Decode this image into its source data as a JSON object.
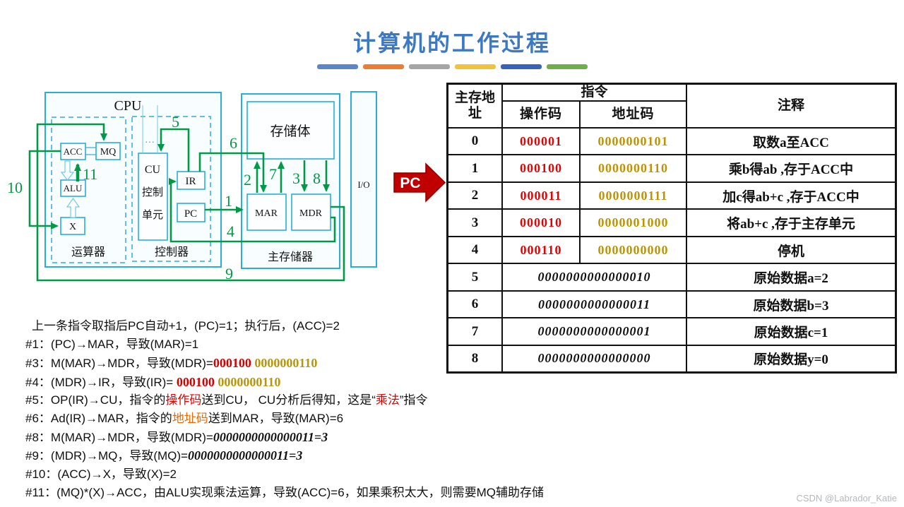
{
  "title": "计算机的工作过程",
  "underline_colors": [
    "#5b86c9",
    "#ed7d31",
    "#a6a6a6",
    "#f0c33c",
    "#3763b8",
    "#6fae49"
  ],
  "colors": {
    "title_blue": "#3d79c3",
    "box_border_cyan": "#2aaed6",
    "arrow_green": "#009a47",
    "opcode_red": "#e00505",
    "address_gold": "#bc9507",
    "pointer_red": "#c00000"
  },
  "diagram": {
    "cpu_label": "CPU",
    "alu_section_label": "运算器",
    "ctrl_section_label": "控制器",
    "memory_label": "主存储器",
    "storage_label": "存储体",
    "io_label": "I/O",
    "boxes": {
      "acc": "ACC",
      "mq": "MQ",
      "alu": "ALU",
      "x": "X",
      "ir": "IR",
      "pc": "PC",
      "mar": "MAR",
      "mdr": "MDR"
    },
    "cu_lines": [
      "CU",
      "控制",
      "单元"
    ],
    "cu_dots": "···",
    "steps": [
      "1",
      "2",
      "3",
      "4",
      "5",
      "6",
      "7",
      "8",
      "9",
      "10",
      "11"
    ],
    "pc_pointer_label": "PC"
  },
  "table": {
    "header": {
      "addr": "主存地址",
      "instruction": "指令",
      "opcode": "操作码",
      "addr_code": "地址码",
      "comment": "注释"
    },
    "rows": [
      {
        "addr": "0",
        "opcode": "000001",
        "addr_code": "0000000101",
        "comment": "取数a至ACC"
      },
      {
        "addr": "1",
        "opcode": "000100",
        "addr_code": "0000000110",
        "comment": "乘b得ab ,存于ACC中"
      },
      {
        "addr": "2",
        "opcode": "000011",
        "addr_code": "0000000111",
        "comment": "加c得ab+c ,存于ACC中"
      },
      {
        "addr": "3",
        "opcode": "000010",
        "addr_code": "0000001000",
        "comment": "将ab+c ,存于主存单元"
      },
      {
        "addr": "4",
        "opcode": "000110",
        "addr_code": "0000000000",
        "comment": "停机"
      },
      {
        "addr": "5",
        "value": "0000000000000010",
        "comment": "原始数据a=2"
      },
      {
        "addr": "6",
        "value": "0000000000000011",
        "comment": "原始数据b=3"
      },
      {
        "addr": "7",
        "value": "0000000000000001",
        "comment": "原始数据c=1"
      },
      {
        "addr": "8",
        "value": "0000000000000000",
        "comment": "原始数据y=0"
      }
    ]
  },
  "notes": {
    "lines": [
      [
        {
          "t": "上一条指令取指后PC自动+1，(PC)=1；执行后，(ACC)=2",
          "c": "k"
        }
      ],
      [
        {
          "t": "#1：(PC)→MAR，导致(MAR)=1",
          "c": "k"
        }
      ],
      [
        {
          "t": "#3：M(MAR)→MDR，导致(MDR)=",
          "c": "k"
        },
        {
          "t": "000100 ",
          "c": "r"
        },
        {
          "t": "0000000110",
          "c": "g"
        }
      ],
      [
        {
          "t": "#4：(MDR)→IR，导致(IR)= ",
          "c": "k"
        },
        {
          "t": "000100 ",
          "c": "r"
        },
        {
          "t": "0000000110",
          "c": "g"
        }
      ],
      [
        {
          "t": "#5：OP(IR)→CU，指令的",
          "c": "k"
        },
        {
          "t": "操作码",
          "c": "rt"
        },
        {
          "t": "送到CU， CU分析后得知，这是“",
          "c": "k"
        },
        {
          "t": "乘法",
          "c": "rt"
        },
        {
          "t": "”指令",
          "c": "k"
        }
      ],
      [
        {
          "t": "#6：Ad(IR)→MAR，指令的",
          "c": "k"
        },
        {
          "t": "地址码",
          "c": "o"
        },
        {
          "t": "送到MAR，导致(MAR)=6",
          "c": "k"
        }
      ],
      [
        {
          "t": "#8：M(MAR)→MDR，导致(MDR)=",
          "c": "k"
        },
        {
          "t": "0000000000000011=3",
          "c": "i"
        }
      ],
      [
        {
          "t": "#9：(MDR)→MQ，导致(MQ)=",
          "c": "k"
        },
        {
          "t": "0000000000000011=3",
          "c": "i"
        }
      ],
      [
        {
          "t": "#10：(ACC)→X，导致(X)=2",
          "c": "k"
        }
      ],
      [
        {
          "t": "#11：(MQ)*(X)→ACC，由ALU实现乘法运算，导致(ACC)=6，如果乘积太大，则需要MQ辅助存储",
          "c": "k"
        }
      ]
    ]
  },
  "watermark": "CSDN @Labrador_Katie"
}
